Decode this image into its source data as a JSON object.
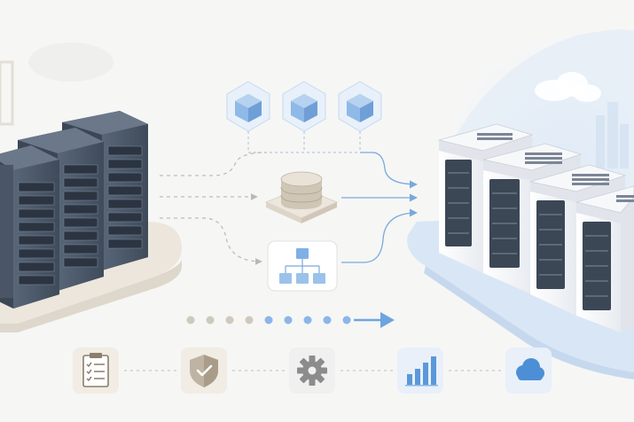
{
  "scene": {
    "legacy_racks": {
      "count": 3,
      "tone": "#4f5d6e"
    },
    "target_racks": {
      "count": 4,
      "tone": "#ffffff",
      "accent": "#6ea5dd"
    },
    "containers": {
      "count": 3,
      "icon": "cube-icon",
      "color": "#7fb0e4"
    },
    "flow_middle_nodes": [
      {
        "icon": "database-icon"
      },
      {
        "icon": "hierarchy-network-icon"
      }
    ],
    "migration_progress": {
      "steps_total": 9,
      "steps_completed": 4
    },
    "bottom_pipeline": [
      {
        "icon": "clipboard-checklist-icon"
      },
      {
        "icon": "shield-check-icon"
      },
      {
        "icon": "gear-icon"
      },
      {
        "icon": "bar-chart-icon"
      },
      {
        "icon": "cloud-icon"
      }
    ],
    "colors": {
      "background": "#f6f6f5",
      "beige_platform": "#ece6dc",
      "blue_platform": "#d9e6f5",
      "blue_accent": "#6ea5dd",
      "gray_dot": "#cfc8bd",
      "blue_dot": "#8bb6e6"
    }
  }
}
